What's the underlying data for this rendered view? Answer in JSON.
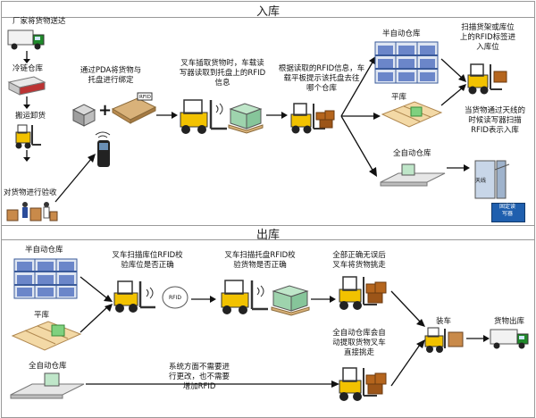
{
  "inbound": {
    "title": "入库",
    "labels": {
      "supplier": "厂家将货物送达",
      "cold_storage": "冷链仓库",
      "unload": "搬运卸货",
      "inspect": "对货物进行验收",
      "pda_bind": [
        "通过PDA将货物与",
        "托盘进行绑定"
      ],
      "forklift_read": [
        "叉车插取货物时，车载读",
        "写器读取到托盘上的RFID",
        "信息"
      ],
      "locate": [
        "根据读取的RFID信息，车",
        "载平板提示该托盘去往",
        "哪个仓库"
      ],
      "semi_auto": "半自动仓库",
      "flat": "平库",
      "full_auto": "全自动仓库",
      "scan_shelf": [
        "扫描货架或库位",
        "上的RFID标签进",
        "入库位"
      ],
      "antenna": [
        "当货物通过天线的",
        "时候读写器扫描",
        "RFID表示入库"
      ],
      "antenna_box": "天线",
      "fixed_reader": [
        "固定读",
        "写器"
      ]
    },
    "tag_text": "RFID"
  },
  "outbound": {
    "title": "出库",
    "labels": {
      "semi_auto": "半自动仓库",
      "flat": "平库",
      "full_auto": "全自动仓库",
      "scan_location": [
        "叉车扫描库位RFID校",
        "验库位是否正确"
      ],
      "scan_pallet": [
        "叉车扫描托盘RFID校",
        "验货物是否正确"
      ],
      "all_correct": [
        "全部正确无误后",
        "叉车将货物挑走"
      ],
      "auto_pick": [
        "全自动仓库会自",
        "动提取货物叉车",
        "直接挑走"
      ],
      "no_change": [
        "系统方面不需要进",
        "行更改，也不需要",
        "增加RFID"
      ],
      "load": "装车",
      "ship": "货物出库"
    },
    "tag_text": "RFID"
  }
}
